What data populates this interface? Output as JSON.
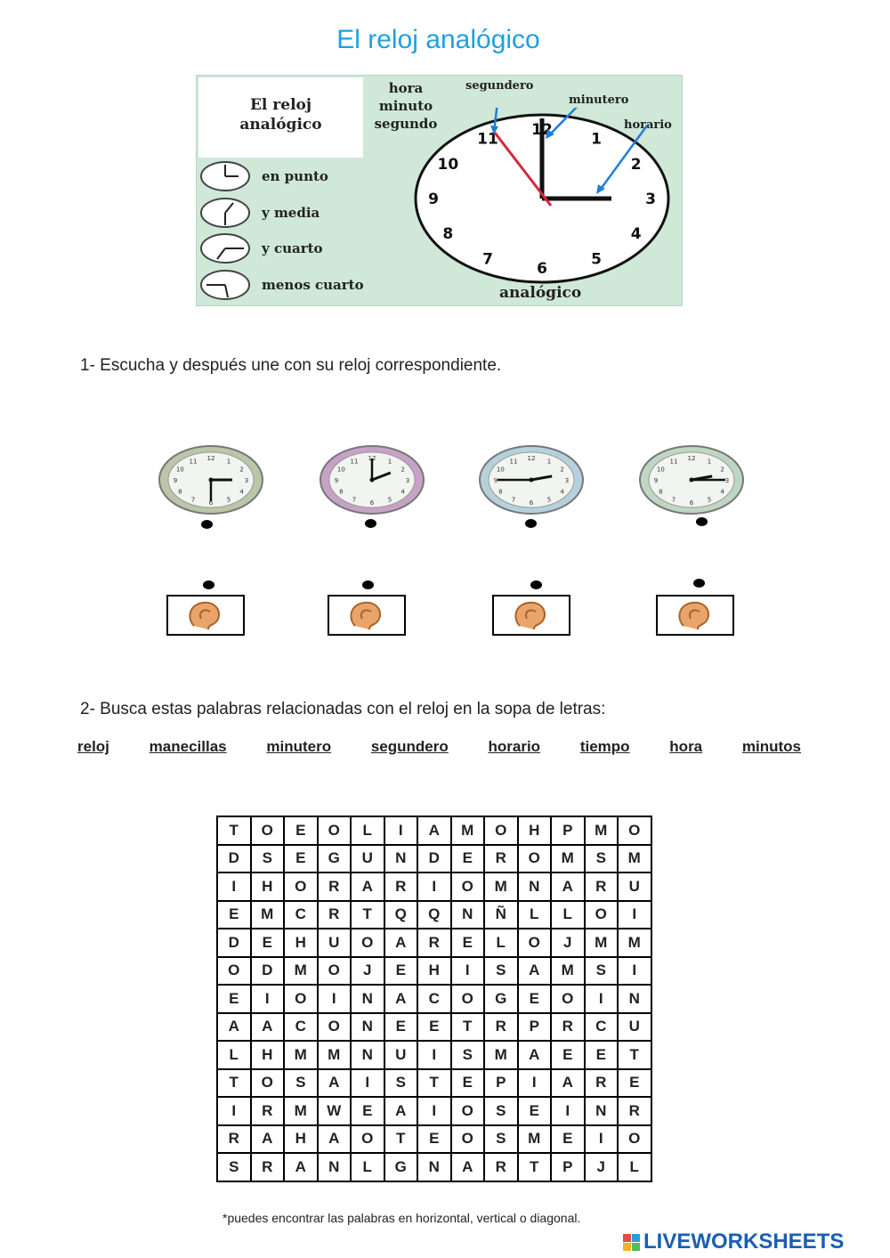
{
  "title": "El reloj analógico",
  "poster": {
    "card_title_1": "El reloj",
    "card_title_2": "analógico",
    "hms": [
      "hora",
      "minuto",
      "segundo"
    ],
    "types": [
      "en punto",
      "y media",
      "y cuarto",
      "menos cuarto"
    ],
    "hand_labels": {
      "second": "segundero",
      "minute": "minutero",
      "hour": "horario"
    },
    "caption": "analógico",
    "numbers": [
      "12",
      "1",
      "2",
      "3",
      "4",
      "5",
      "6",
      "7",
      "8",
      "9",
      "10",
      "11"
    ]
  },
  "exercise1": {
    "instruction": "1-  Escucha y después une con su reloj correspondiente."
  },
  "exercise2": {
    "instruction": "2-  Busca estas palabras relacionadas con el reloj en la sopa de letras:"
  },
  "words": [
    "reloj",
    "manecillas",
    "minutero",
    "segundero",
    "horario",
    "tiempo",
    "hora",
    "minutos"
  ],
  "clock_faces": [
    {
      "numbers": [
        "12",
        "1",
        "2",
        "3",
        "4",
        "5",
        "6",
        "7",
        "8",
        "9",
        "10",
        "11"
      ],
      "color": "#b9c6a8"
    },
    {
      "numbers": [
        "12",
        "1",
        "2",
        "3",
        "4",
        "5",
        "6",
        "7",
        "8",
        "9",
        "10",
        "11"
      ],
      "color": "#c7a2c7"
    },
    {
      "numbers": [
        "12",
        "1",
        "2",
        "3",
        "4",
        "5",
        "6",
        "7",
        "8",
        "9",
        "10",
        "11"
      ],
      "color": "#b5d2dc"
    },
    {
      "numbers": [
        "12",
        "1",
        "2",
        "3",
        "4",
        "5",
        "6",
        "7",
        "8",
        "9",
        "10",
        "11"
      ],
      "color": "#bfd6c2"
    }
  ],
  "word_search": [
    [
      "T",
      "O",
      "E",
      "O",
      "L",
      "I",
      "A",
      "M",
      "O",
      "H",
      "P",
      "M",
      "O"
    ],
    [
      "D",
      "S",
      "E",
      "G",
      "U",
      "N",
      "D",
      "E",
      "R",
      "O",
      "M",
      "S",
      "M"
    ],
    [
      "I",
      "H",
      "O",
      "R",
      "A",
      "R",
      "I",
      "O",
      "M",
      "N",
      "A",
      "R",
      "U"
    ],
    [
      "E",
      "M",
      "C",
      "R",
      "T",
      "Q",
      "Q",
      "N",
      "Ñ",
      "L",
      "L",
      "O",
      "I"
    ],
    [
      "D",
      "E",
      "H",
      "U",
      "O",
      "A",
      "R",
      "E",
      "L",
      "O",
      "J",
      "M",
      "M"
    ],
    [
      "O",
      "D",
      "M",
      "O",
      "J",
      "E",
      "H",
      "I",
      "S",
      "A",
      "M",
      "S",
      "I"
    ],
    [
      "E",
      "I",
      "O",
      "I",
      "N",
      "A",
      "C",
      "O",
      "G",
      "E",
      "O",
      "I",
      "N"
    ],
    [
      "A",
      "A",
      "C",
      "O",
      "N",
      "E",
      "E",
      "T",
      "R",
      "P",
      "R",
      "C",
      "U"
    ],
    [
      "L",
      "H",
      "M",
      "M",
      "N",
      "U",
      "I",
      "S",
      "M",
      "A",
      "E",
      "E",
      "T"
    ],
    [
      "T",
      "O",
      "S",
      "A",
      "I",
      "S",
      "T",
      "E",
      "P",
      "I",
      "A",
      "R",
      "E"
    ],
    [
      "I",
      "R",
      "M",
      "W",
      "E",
      "A",
      "I",
      "O",
      "S",
      "E",
      "I",
      "N",
      "R"
    ],
    [
      "R",
      "A",
      "H",
      "A",
      "O",
      "T",
      "E",
      "O",
      "S",
      "M",
      "E",
      "I",
      "O"
    ],
    [
      "S",
      "R",
      "A",
      "N",
      "L",
      "G",
      "N",
      "A",
      "R",
      "T",
      "P",
      "J",
      "L"
    ]
  ],
  "footnote": "*puedes encontrar las palabras en horizontal, vertical o diagonal.",
  "brand": "LIVEWORKSHEETS",
  "brand_logo": "LWS"
}
